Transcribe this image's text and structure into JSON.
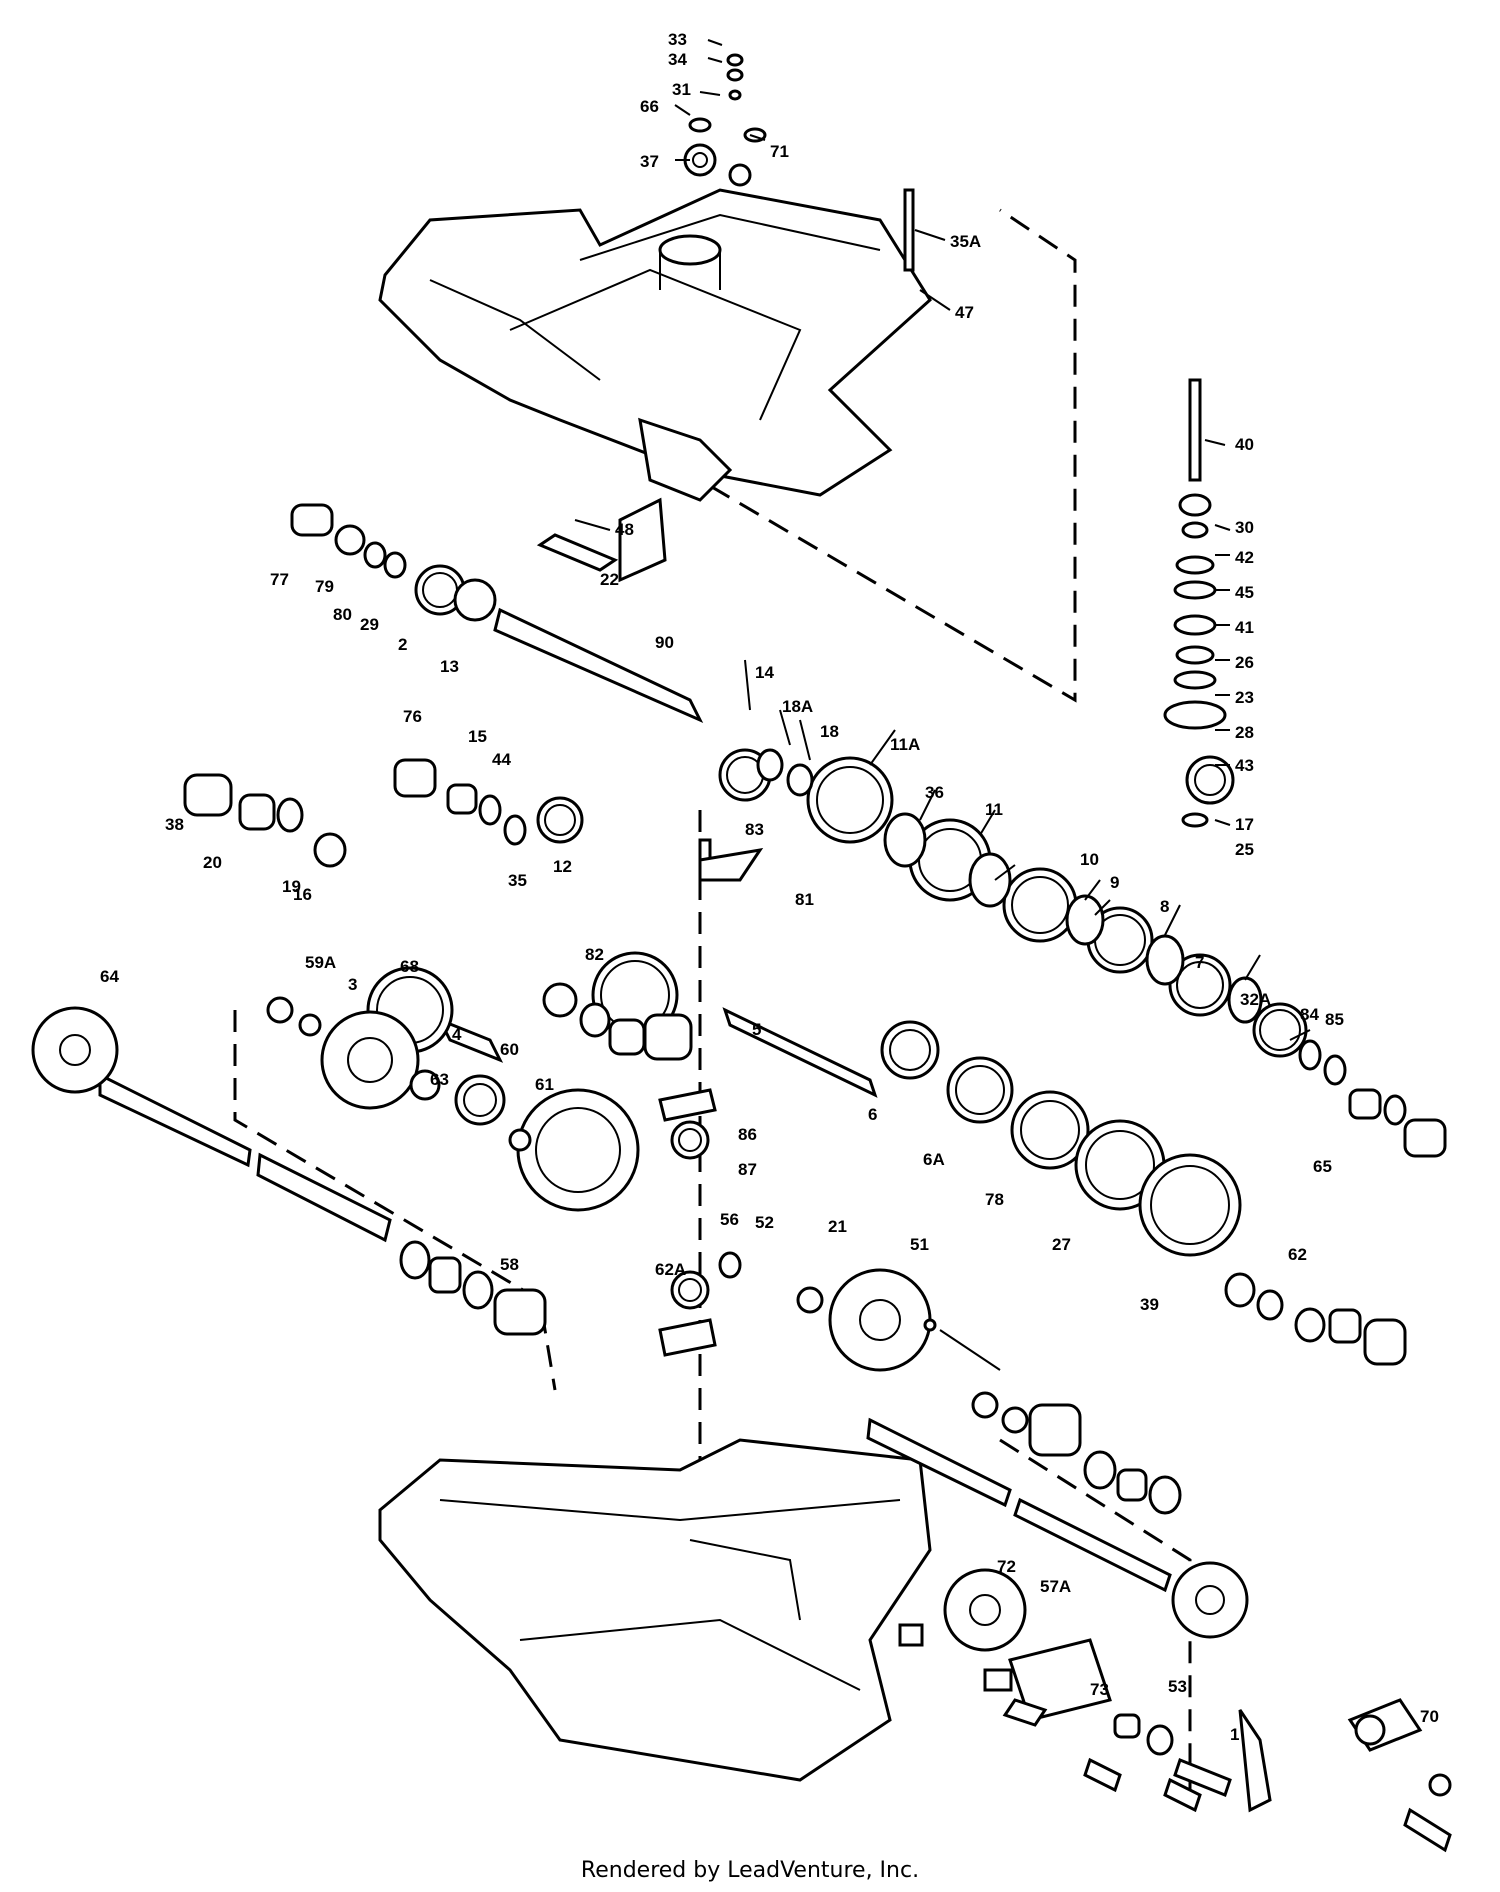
{
  "diagram": {
    "type": "exploded-parts-diagram",
    "callouts": [
      "33",
      "34",
      "31",
      "66",
      "37",
      "71",
      "35A",
      "47",
      "40",
      "48",
      "30",
      "42",
      "45",
      "41",
      "26",
      "23",
      "28",
      "43",
      "17",
      "25",
      "77",
      "79",
      "80",
      "29",
      "2",
      "13",
      "22",
      "90",
      "14",
      "18A",
      "18",
      "11A",
      "36",
      "11",
      "10",
      "9",
      "8",
      "7",
      "32A",
      "84",
      "85",
      "76",
      "15",
      "44",
      "35",
      "12",
      "81",
      "83",
      "82",
      "38",
      "20",
      "19",
      "16",
      "3",
      "4",
      "5",
      "6",
      "6A",
      "78",
      "27",
      "39",
      "65",
      "62",
      "64",
      "59A",
      "68",
      "63",
      "60",
      "61",
      "58",
      "56",
      "86",
      "87",
      "62A",
      "52",
      "21",
      "51",
      "72",
      "57A",
      "73",
      "53",
      "1",
      "70"
    ]
  },
  "footer": {
    "text": "Rendered by LeadVenture, Inc."
  }
}
